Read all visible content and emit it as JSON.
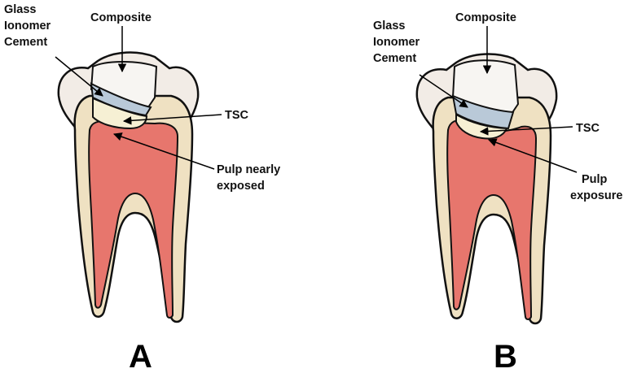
{
  "panels": [
    {
      "letter": "A",
      "labels": {
        "gic": [
          "Glass",
          "Ionomer",
          "Cement"
        ],
        "composite": "Composite",
        "tsc": "TSC",
        "pulp": [
          "Pulp nearly",
          "exposed"
        ]
      }
    },
    {
      "letter": "B",
      "labels": {
        "gic": [
          "Glass",
          "Ionomer",
          "Cement"
        ],
        "composite": "Composite",
        "tsc": "TSC",
        "pulp": [
          "Pulp",
          "exposure"
        ]
      }
    }
  ],
  "colors": {
    "enamel": "#f2ece6",
    "dentin": "#efe1c2",
    "pulp": "#e7766d",
    "composite": "#f7f5f2",
    "gic": "#b9c9d8",
    "tsc": "#f6f0d4",
    "outline": "#111111"
  }
}
